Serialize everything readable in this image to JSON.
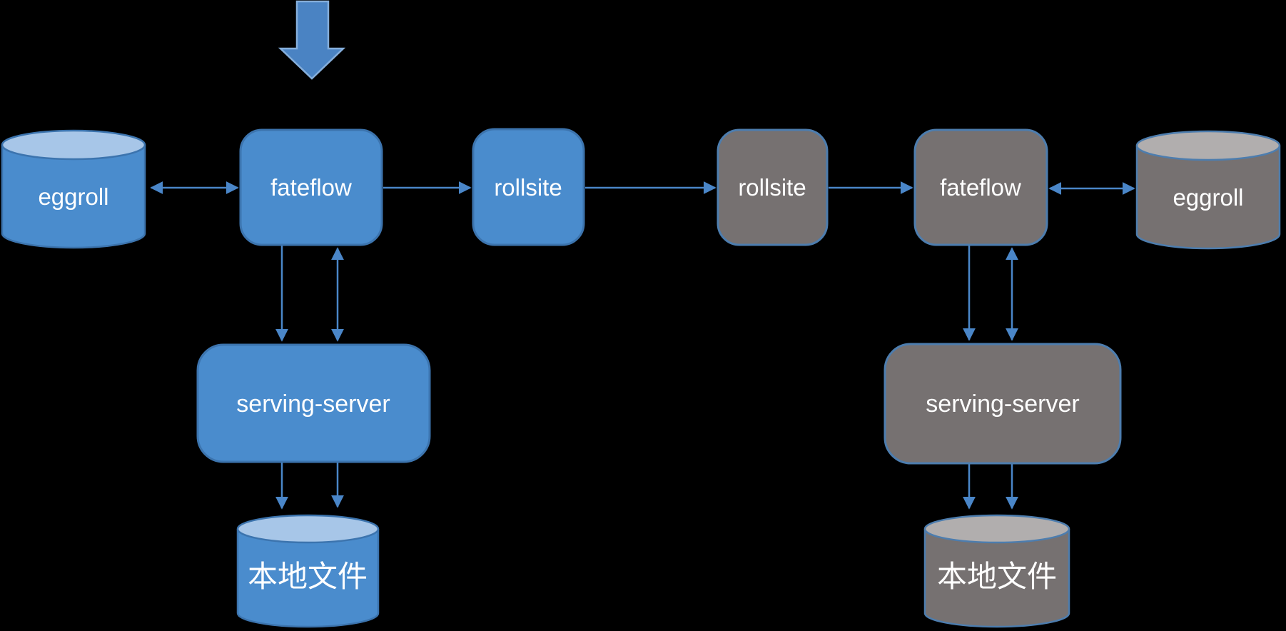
{
  "background": "#000000",
  "colors": {
    "blue_fill": "#4a8ccd",
    "blue_border": "#3c74ae",
    "blue_cylinder_top": "#a7c6e8",
    "gray_fill": "#767171",
    "gray_cylinder_top": "#b1aeae",
    "gray_border": "#4d7dae",
    "connector": "#4a86c8",
    "big_arrow_fill": "#4a83c3",
    "big_arrow_border": "#85aedb",
    "label_text": "#ffffff"
  },
  "top_indicator": {
    "icon": "big-down-arrow",
    "points_to": "fateflow"
  },
  "left_cluster": {
    "eggroll": {
      "label": "eggroll",
      "shape": "cylinder",
      "color": "blue"
    },
    "fateflow": {
      "label": "fateflow",
      "shape": "rounded-box",
      "color": "blue"
    },
    "rollsite": {
      "label": "rollsite",
      "shape": "rounded-box",
      "color": "blue"
    },
    "serving_server": {
      "label": "serving-server",
      "shape": "rounded-box",
      "color": "blue"
    },
    "local_file": {
      "label": "本地文件",
      "shape": "cylinder",
      "color": "blue"
    }
  },
  "right_cluster": {
    "rollsite": {
      "label": "rollsite",
      "shape": "rounded-box",
      "color": "gray"
    },
    "fateflow": {
      "label": "fateflow",
      "shape": "rounded-box",
      "color": "gray"
    },
    "eggroll": {
      "label": "eggroll",
      "shape": "cylinder",
      "color": "gray"
    },
    "serving_server": {
      "label": "serving-server",
      "shape": "rounded-box",
      "color": "gray"
    },
    "local_file": {
      "label": "本地文件",
      "shape": "cylinder",
      "color": "gray"
    }
  },
  "edges": [
    {
      "from": "left.eggroll",
      "to": "left.fateflow",
      "direction": "both"
    },
    {
      "from": "left.fateflow",
      "to": "left.rollsite",
      "direction": "forward"
    },
    {
      "from": "left.rollsite",
      "to": "right.rollsite",
      "direction": "forward"
    },
    {
      "from": "right.rollsite",
      "to": "right.fateflow",
      "direction": "forward"
    },
    {
      "from": "right.fateflow",
      "to": "right.eggroll",
      "direction": "both"
    },
    {
      "from": "left.fateflow",
      "to": "left.serving_server",
      "direction": "forward"
    },
    {
      "from": "left.fateflow",
      "to": "left.serving_server",
      "direction": "both"
    },
    {
      "from": "left.serving_server",
      "to": "left.local_file",
      "direction": "forward"
    },
    {
      "from": "left.serving_server",
      "to": "left.local_file",
      "direction": "forward"
    },
    {
      "from": "right.fateflow",
      "to": "right.serving_server",
      "direction": "forward"
    },
    {
      "from": "right.fateflow",
      "to": "right.serving_server",
      "direction": "both"
    },
    {
      "from": "right.serving_server",
      "to": "right.local_file",
      "direction": "forward"
    },
    {
      "from": "right.serving_server",
      "to": "right.local_file",
      "direction": "forward"
    }
  ]
}
